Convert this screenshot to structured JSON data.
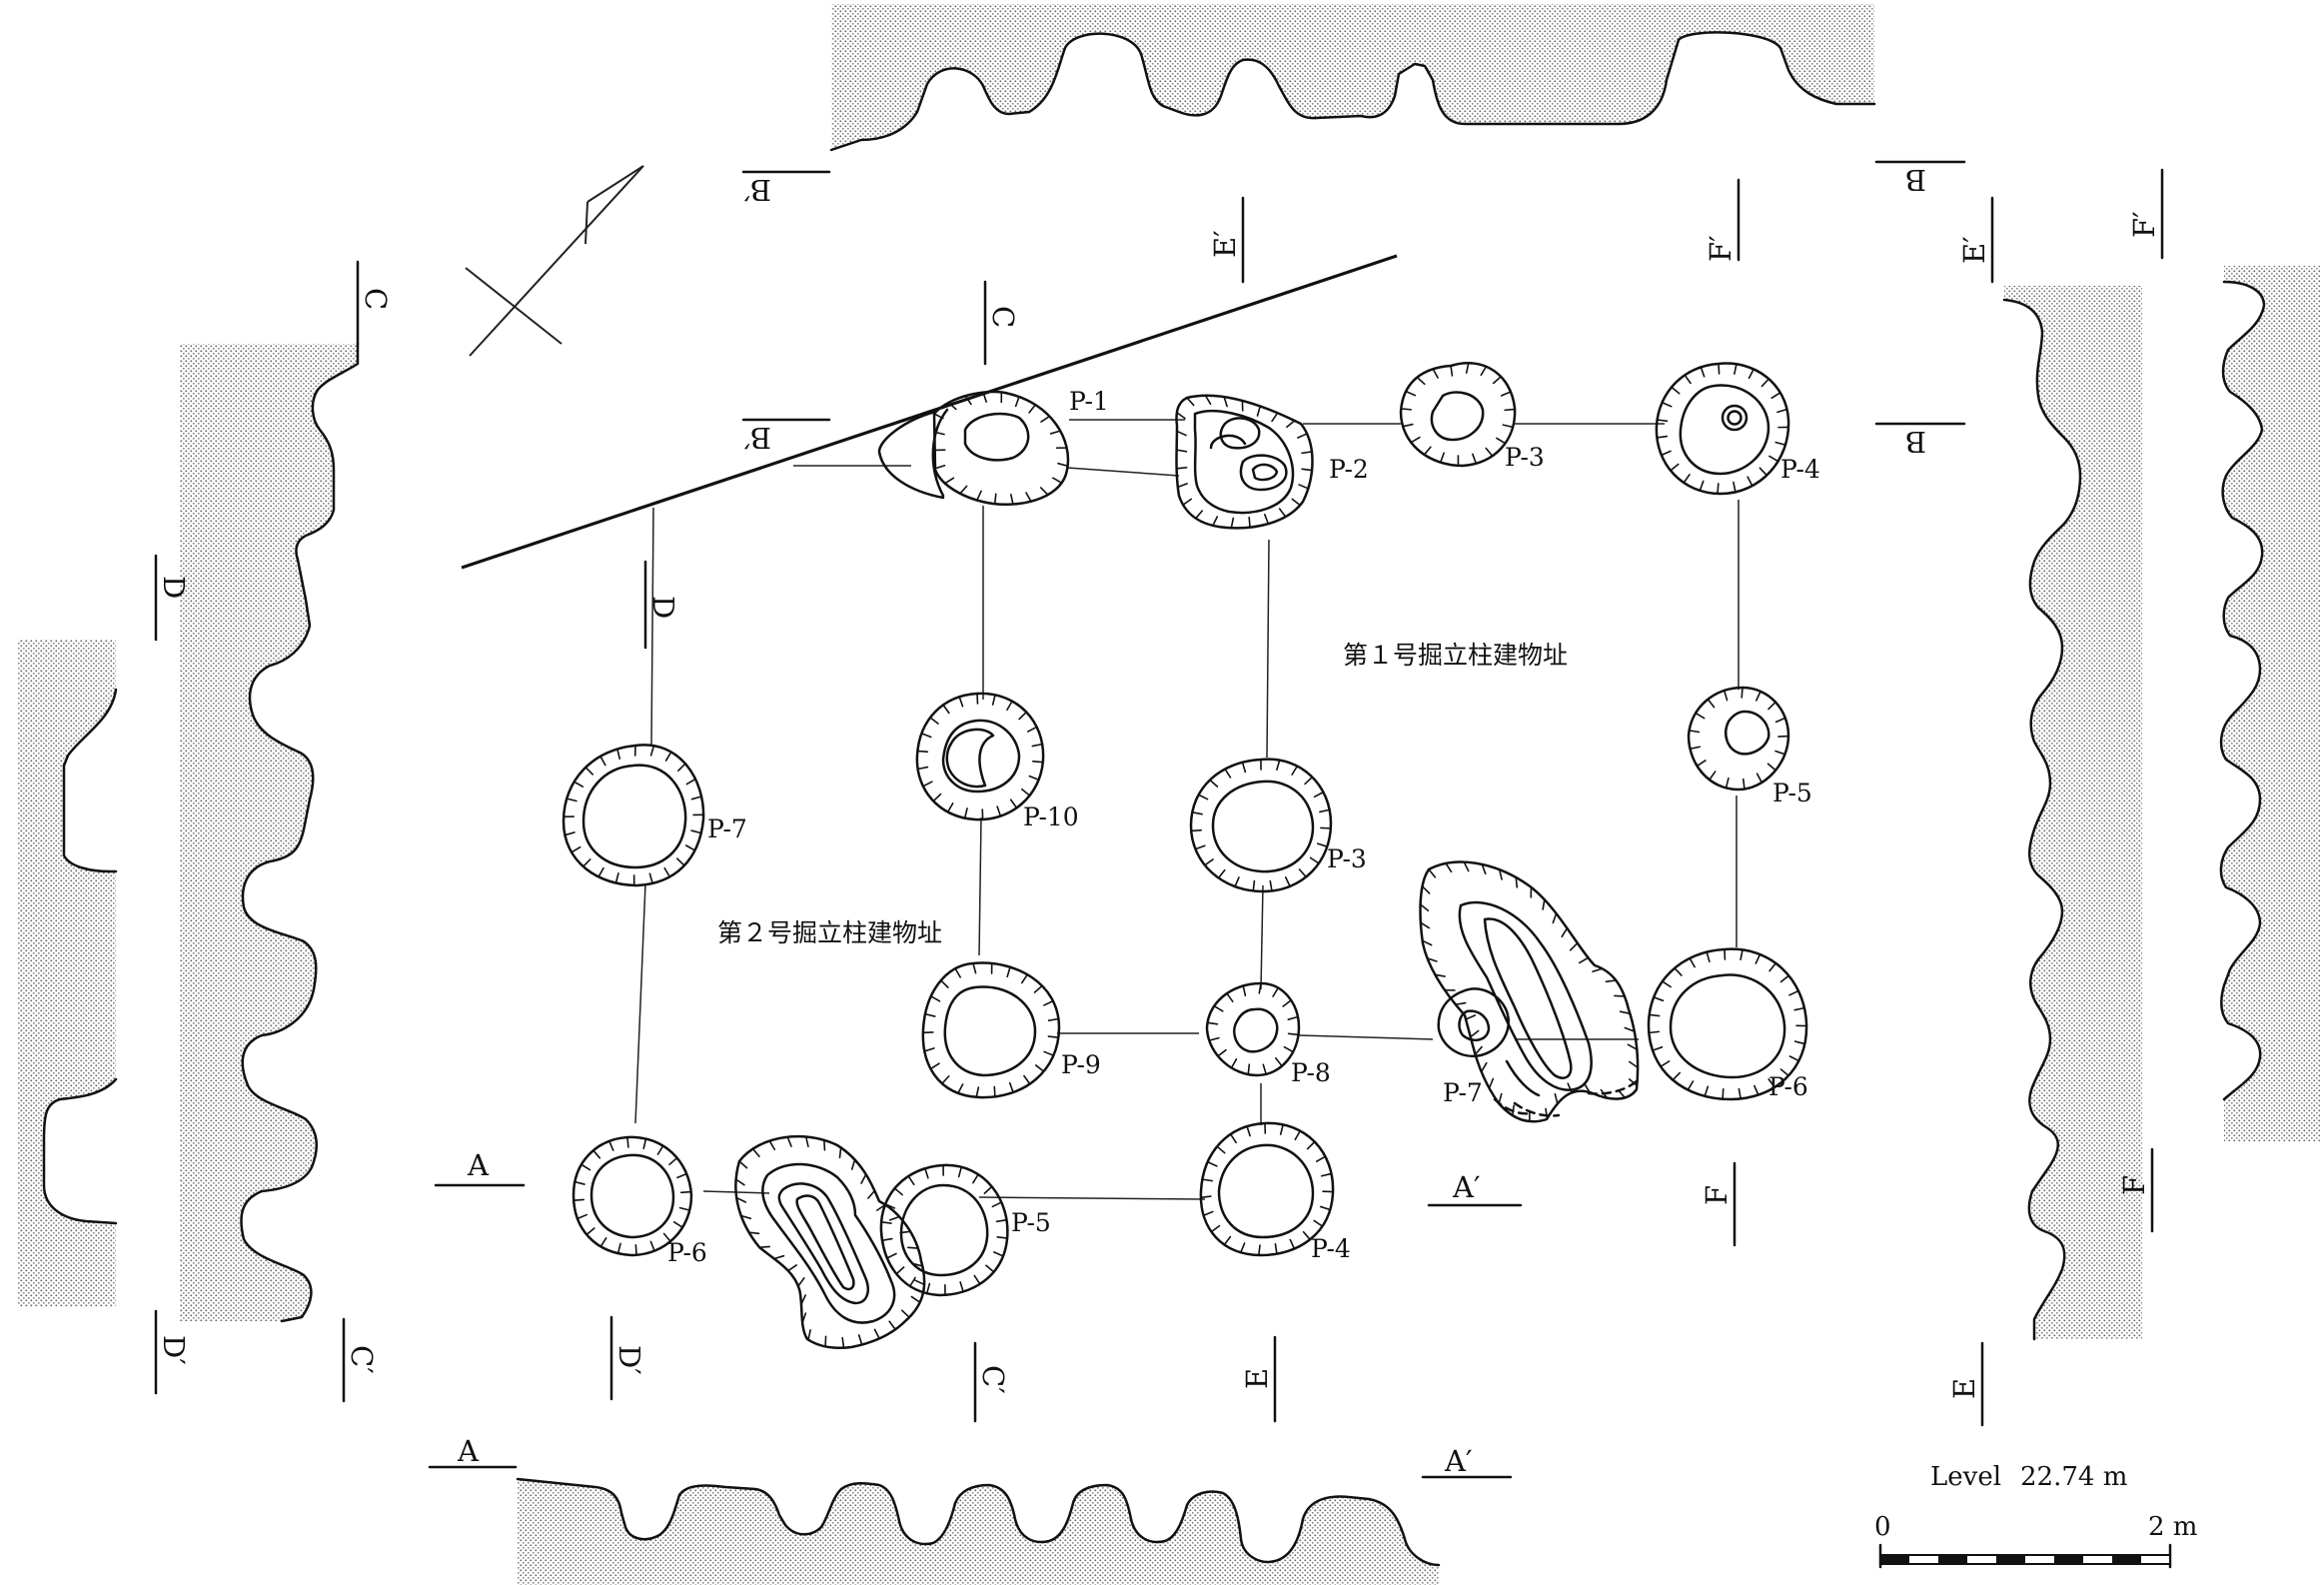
{
  "buildings": {
    "b1": "第１号掘立柱建物址",
    "b2": "第２号掘立柱建物址"
  },
  "pits": {
    "b1": {
      "p1": "P-1",
      "p2": "P-2",
      "p3": "P-3",
      "p4": "P-4",
      "p5": "P-5",
      "p6": "P-6",
      "p7": "P-7",
      "p8": "P-8",
      "p9": "P-9",
      "p10": "P-10",
      "p3_side": "P-3"
    },
    "b2": {
      "p4": "P-4",
      "p5": "P-5",
      "p6": "P-6",
      "p7": "P-7"
    }
  },
  "sections": {
    "a": "A",
    "a_prime": "A′",
    "a2": "A",
    "a2_prime": "A′",
    "b_prime": "B′",
    "b_prime2": "B′",
    "b": "B",
    "b2": "B",
    "c": "C",
    "c2": "C",
    "c_prime": "C′",
    "c_prime2": "C′",
    "d": "D",
    "d2": "D",
    "d_prime": "D′",
    "d_prime2": "D′",
    "e": "E",
    "e2": "E",
    "e_prime": "E′",
    "e_prime2": "E′",
    "f": "F",
    "f2": "F",
    "f_prime": "F′",
    "f_prime2": "F′"
  },
  "level": {
    "label": "Level",
    "value": "22.74 m"
  },
  "scale": {
    "zero": "0",
    "max": "2 m"
  }
}
